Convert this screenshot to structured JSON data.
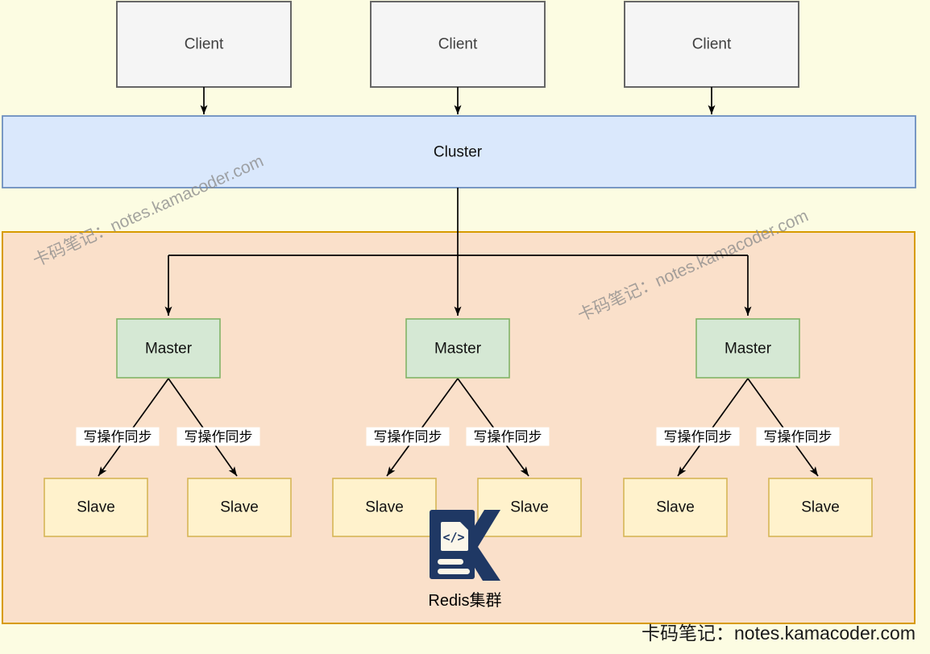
{
  "diagram": {
    "clients": [
      {
        "label": "Client"
      },
      {
        "label": "Client"
      },
      {
        "label": "Client"
      }
    ],
    "cluster": {
      "label": "Cluster"
    },
    "masters": [
      {
        "label": "Master"
      },
      {
        "label": "Master"
      },
      {
        "label": "Master"
      }
    ],
    "slaves": [
      {
        "label": "Slave"
      },
      {
        "label": "Slave"
      },
      {
        "label": "Slave"
      },
      {
        "label": "Slave"
      },
      {
        "label": "Slave"
      },
      {
        "label": "Slave"
      }
    ],
    "sync_labels": [
      "写操作同步",
      "写操作同步",
      "写操作同步",
      "写操作同步",
      "写操作同步",
      "写操作同步"
    ],
    "container_caption": "Redis集群",
    "logo": {
      "code_glyph": "</>",
      "name": "kamacoder-logo"
    },
    "watermarks": [
      {
        "text": "卡码笔记：notes.kamacoder.com"
      },
      {
        "text": "卡码笔记：notes.kamacoder.com"
      }
    ],
    "footer": "卡码笔记：notes.kamacoder.com",
    "colors": {
      "canvas_bg": "#FCFCE2",
      "client_fill": "#F5F5F5",
      "client_border": "#666666",
      "cluster_fill": "#DAE8FC",
      "cluster_border": "#6C8EBF",
      "container_fill": "#FAE0CA",
      "container_border": "#D79B00",
      "master_fill": "#D5E8D4",
      "master_border": "#82B366",
      "slave_fill": "#FFF2CC",
      "slave_border": "#D6B656",
      "logo_navy": "#1F3864",
      "arrow": "#000000",
      "watermark": "#8C8C8C"
    }
  }
}
